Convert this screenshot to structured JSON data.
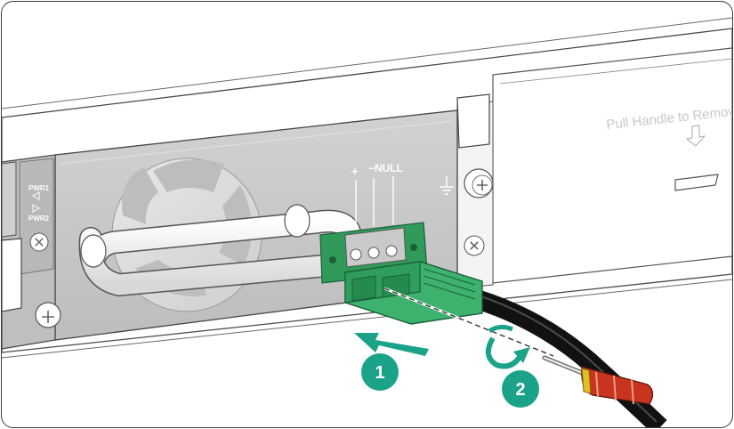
{
  "polarity": {
    "plus": "+",
    "minus_null": "−NULL"
  },
  "psu_labels": {
    "pwr1": "PWR1",
    "pwr2": "PWR2"
  },
  "pull_handle_text": "Pull Handle to Remov",
  "steps": [
    {
      "number": "1"
    },
    {
      "number": "2"
    }
  ],
  "colors": {
    "step_badge": "#1ba38a",
    "connector_green": "#3cb26e",
    "pcb_green": "#2f9a5a",
    "cable": "#1a1a1a",
    "screwdriver_handle": "#c8341f",
    "arrow": "#1ba38a"
  }
}
